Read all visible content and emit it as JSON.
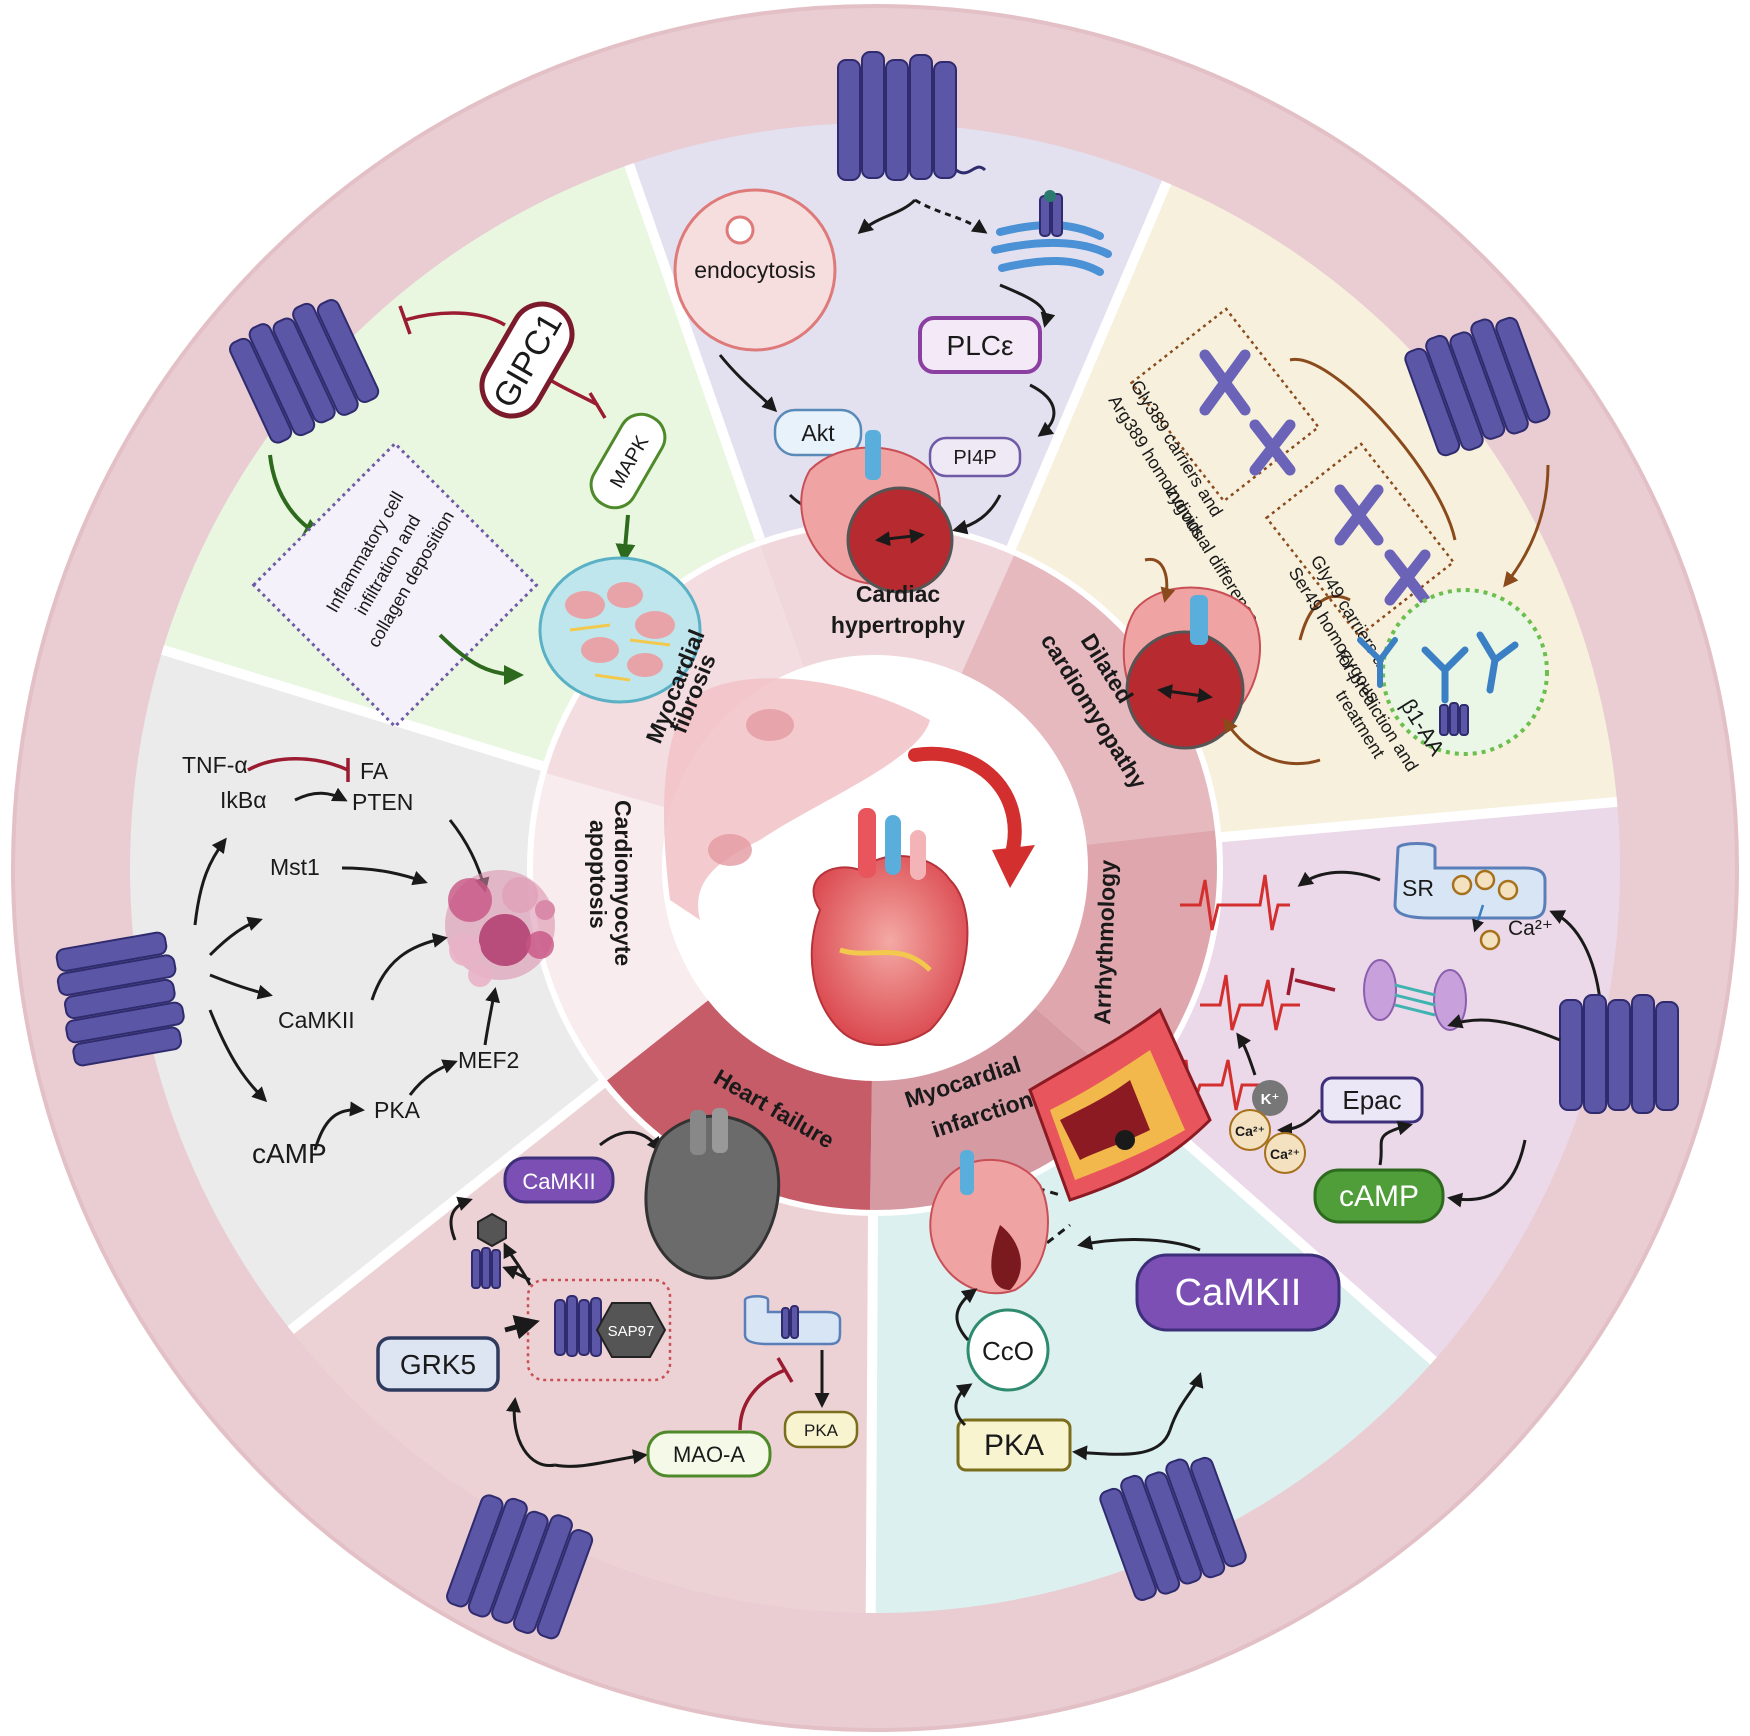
{
  "colors": {
    "outer_ring": "#e9cdd2",
    "outer_ring_edge": "#e3bfc6",
    "receptor": "#5b56a6",
    "receptor_edge": "#2f2b6e",
    "inhibit": "#9b1b30",
    "green_arrow": "#2e6a1e",
    "brown_arrow": "#8b4a1c"
  },
  "sectors": {
    "hypertrophy": {
      "label_line1": "Cardiac",
      "label_line2": "hypertrophy",
      "endocytosis": "endocytosis",
      "plce": "PLCε",
      "akt": "Akt",
      "pi4p": "PI4P",
      "bg": "#e3e1ef",
      "band": "#f0d7db"
    },
    "dcm": {
      "label_line1": "Dilated",
      "label_line2": "cardiomyopathy",
      "gly389_line1": "Gly389 carriers and",
      "gly389_line2": "Arg389 homozygous",
      "gly49_line1": "Gly49 carriers and",
      "gly49_line2": "Ser49 homozygous",
      "individual": "Individual difference",
      "prediction_line1": "for prediction and",
      "prediction_line2": "treatment",
      "b1aa": "β1-AA",
      "bg": "#f6f0dd",
      "band": "#e6b9bf"
    },
    "arrhythmology": {
      "label": "Arrhythmology",
      "sr": "SR",
      "ca_top": "Ca²⁺",
      "k": "K⁺",
      "ca1": "Ca²⁺",
      "ca2": "Ca²⁺",
      "epac": "Epac",
      "camp": "cAMP",
      "bg": "#ebd9e9",
      "band": "#dfa6ae"
    },
    "mi": {
      "label_line1": "Myocardial",
      "label_line2": "infarction",
      "camkii": "CaMKII",
      "cco": "CcO",
      "pka": "PKA",
      "bg": "#dcf0f0",
      "band": "#d69aa2"
    },
    "hf": {
      "label": "Heart failure",
      "camkii": "CaMKII",
      "grk5": "GRK5",
      "sap97": "SAP97",
      "maoa": "MAO-A",
      "pka": "PKA",
      "bg": "#ecd2d5",
      "band": "#c55c67"
    },
    "apoptosis": {
      "label_line1": "Cardiomyocyte",
      "label_line2": "apoptosis",
      "tnf": "TNF-α",
      "fa": "FA",
      "ikba": "IkBα",
      "pten": "PTEN",
      "mst1": "Mst1",
      "camkii": "CaMKII",
      "mef2": "MEF2",
      "pka": "PKA",
      "camp": "cAMP",
      "bg": "#ebebeb",
      "band": "#f8ecee"
    },
    "fibrosis": {
      "label_line1": "Myocardial",
      "label_line2": "fibrosis",
      "gipc1": "GIPC1",
      "mapk": "MAPK",
      "box_line1": "Inflammatory cell",
      "box_line2": "infiltration and",
      "box_line3": "collagen deposition",
      "bg": "#e9f7e1",
      "band": "#f3dde0"
    }
  }
}
